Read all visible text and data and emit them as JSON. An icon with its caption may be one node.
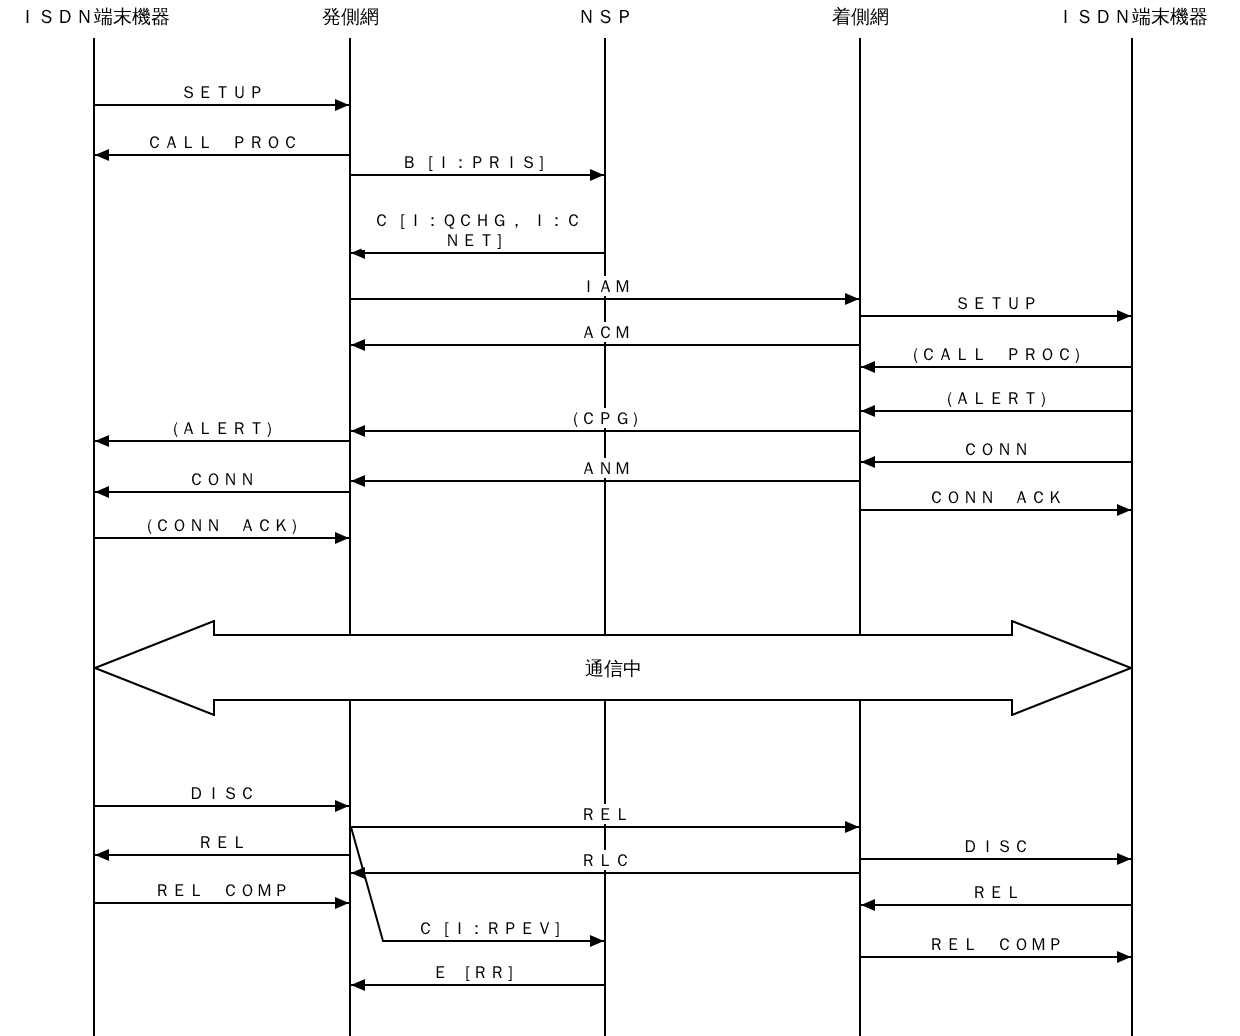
{
  "diagram": {
    "nodes": [
      {
        "text": [
          "ＩＳＤＮ端末機器"
        ]
      },
      {
        "text": [
          "発側網"
        ]
      },
      {
        "text": [
          "ＮＳＰ"
        ]
      },
      {
        "text": [
          "着側網"
        ]
      },
      {
        "text": [
          "ＩＳＤＮ端末機器"
        ]
      },
      {
        "text": [
          "通信中"
        ]
      }
    ],
    "edges": [
      {
        "from": 0,
        "to": 1,
        "arrow": "to",
        "label": "ＳＥＴＵＰ"
      },
      {
        "from": 1,
        "to": 0,
        "arrow": "to",
        "label": "ＣＡＬＬ　ＰＲＯＣ"
      },
      {
        "from": 1,
        "to": 2,
        "arrow": "to",
        "label": "Ｂ［Ｉ：ＰＲＩＳ］"
      },
      {
        "from": 2,
        "to": 1,
        "arrow": "to",
        "label": "Ｃ［Ｉ：ＱＣＨＧ， Ｉ：ＣＮＥＴ］"
      },
      {
        "from": 1,
        "to": 3,
        "arrow": "to",
        "label": "ＩＡＭ"
      },
      {
        "from": 3,
        "to": 4,
        "arrow": "to",
        "label": "ＳＥＴＵＰ"
      },
      {
        "from": 3,
        "to": 1,
        "arrow": "to",
        "label": "ＡＣＭ"
      },
      {
        "from": 4,
        "to": 3,
        "arrow": "to",
        "label": "（ＣＡＬＬ　ＰＲＯＣ）"
      },
      {
        "from": 4,
        "to": 3,
        "arrow": "to",
        "label": "（ＡＬＥＲＴ）"
      },
      {
        "from": 3,
        "to": 1,
        "arrow": "to",
        "label": "（ＣＰＧ）"
      },
      {
        "from": 1,
        "to": 0,
        "arrow": "to",
        "label": "（ＡＬＥＲＴ）"
      },
      {
        "from": 4,
        "to": 3,
        "arrow": "to",
        "label": "ＣＯＮＮ"
      },
      {
        "from": 3,
        "to": 1,
        "arrow": "to",
        "label": "ＡＮＭ"
      },
      {
        "from": 1,
        "to": 0,
        "arrow": "to",
        "label": "ＣＯＮＮ"
      },
      {
        "from": 3,
        "to": 4,
        "arrow": "to",
        "label": "ＣＯＮＮ　ＡＣＫ"
      },
      {
        "from": 0,
        "to": 1,
        "arrow": "to",
        "label": "（ＣＯＮＮ　ＡＣＫ）"
      },
      {
        "from": 0,
        "to": 1,
        "arrow": "to",
        "label": "ＤＩＳＣ"
      },
      {
        "from": 1,
        "to": 3,
        "arrow": "to",
        "label": "ＲＥＬ"
      },
      {
        "from": 1,
        "to": 0,
        "arrow": "to",
        "label": "ＲＥＬ"
      },
      {
        "from": 3,
        "to": 4,
        "arrow": "to",
        "label": "ＤＩＳＣ"
      },
      {
        "from": 3,
        "to": 1,
        "arrow": "to",
        "label": "ＲＬＣ"
      },
      {
        "from": 0,
        "to": 1,
        "arrow": "to",
        "label": "ＲＥＬ　ＣＯＭＰ"
      },
      {
        "from": 4,
        "to": 3,
        "arrow": "to",
        "label": "ＲＥＬ"
      },
      {
        "from": 1,
        "to": 2,
        "arrow": "to",
        "label": "Ｃ［Ｉ：ＲＰＥＶ］"
      },
      {
        "from": 3,
        "to": 4,
        "arrow": "to",
        "label": "ＲＥＬ　ＣＯＭＰ"
      },
      {
        "from": 2,
        "to": 1,
        "arrow": "to",
        "label": "Ｅ ［ＲＲ］"
      }
    ]
  }
}
